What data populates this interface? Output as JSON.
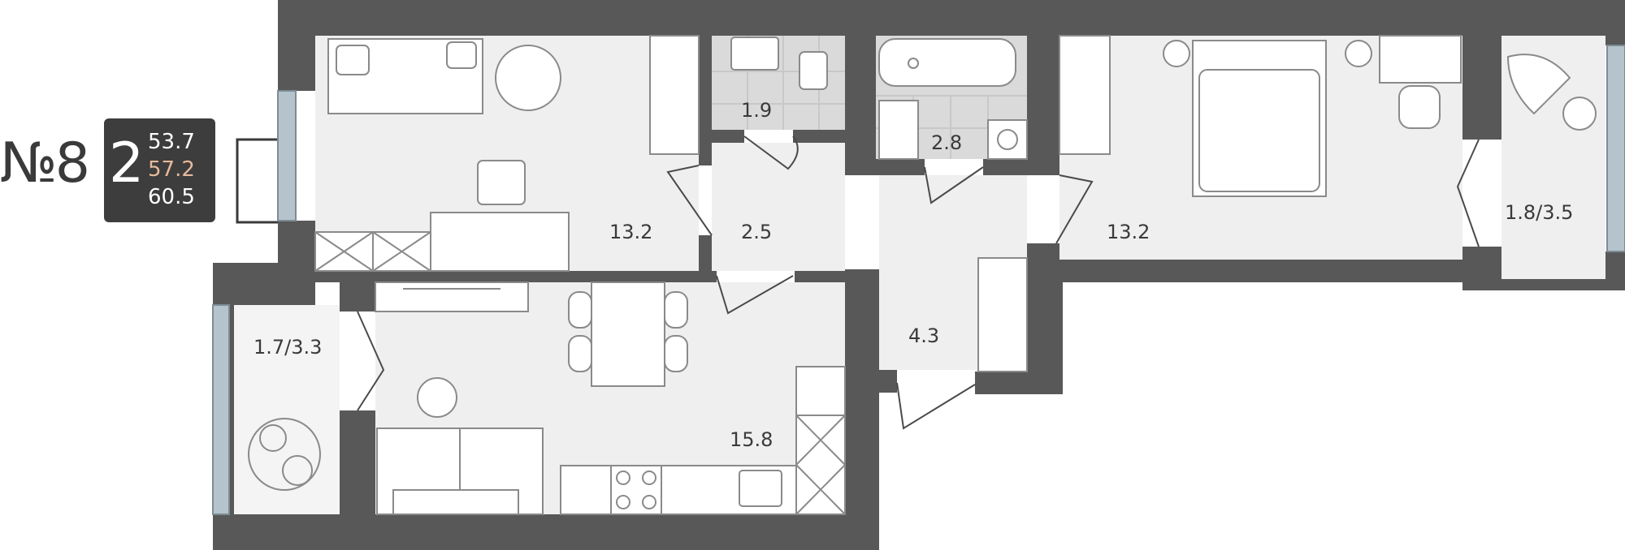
{
  "unit": {
    "number": "№8"
  },
  "badge": {
    "rooms": "2",
    "area_1": "53.7",
    "area_2": "57.2",
    "area_3": "60.5",
    "accent_color": "#e6b99b"
  },
  "colors": {
    "wall": "#585858",
    "floor": "#efefef",
    "tile": "#d8d8d8",
    "window_glass": "#b5c4cc",
    "furniture_line": "#8a8a8a"
  },
  "rooms": {
    "living_left": "13.2",
    "corridor_small": "2.5",
    "bathroom_wc": "1.9",
    "bathroom_tub": "2.8",
    "bedroom": "13.2",
    "balcony_right": "1.8/3.5",
    "hall": "4.3",
    "kitchen": "15.8",
    "balcony_left": "1.7/3.3"
  }
}
